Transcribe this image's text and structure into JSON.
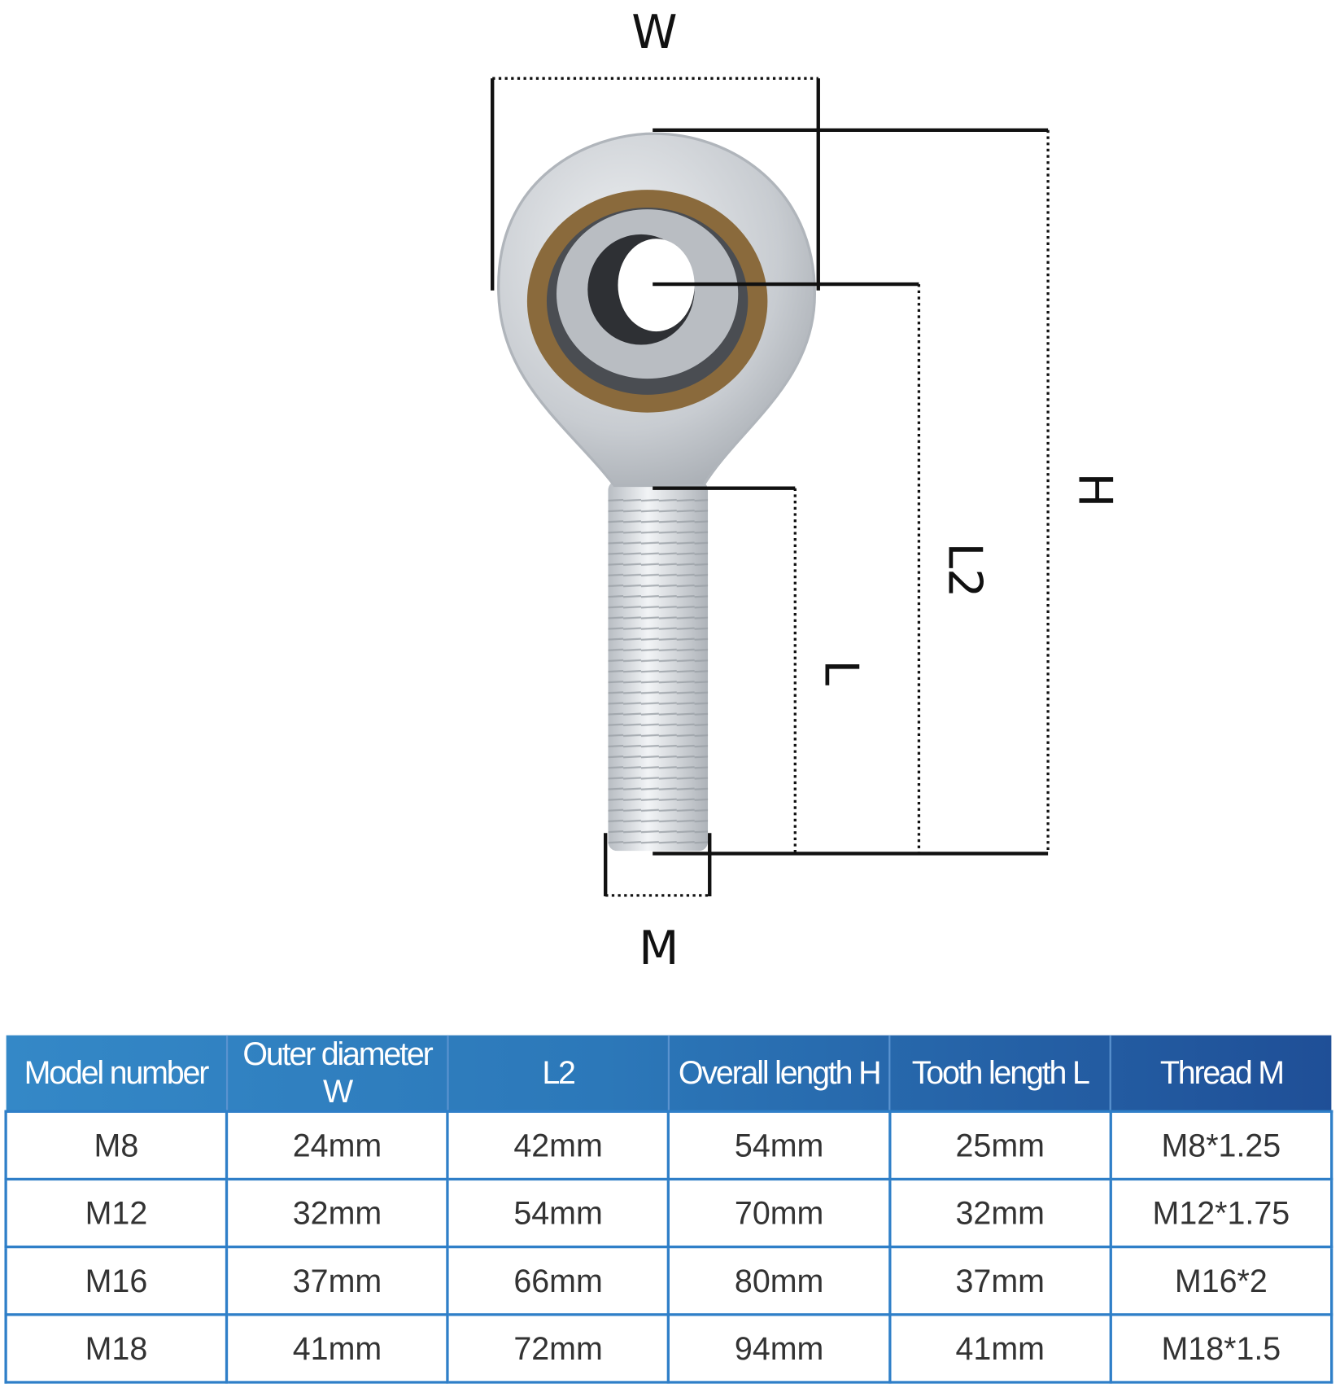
{
  "diagram": {
    "labels": {
      "width": "W",
      "overall_length": "H",
      "l2": "L2",
      "tooth_length": "L",
      "thread": "M"
    },
    "colors": {
      "header_start": "#3488c7",
      "header_end": "#1f4f97",
      "border": "#2f7fc8",
      "bronze": "#8a6a3c",
      "steel": "#c9cdd2"
    }
  },
  "table": {
    "headers": [
      "Model number",
      "Outer diameter W",
      "L2",
      "Overall length H",
      "Tooth length L",
      "Thread M"
    ],
    "rows": [
      [
        "M8",
        "24mm",
        "42mm",
        "54mm",
        "25mm",
        "M8*1.25"
      ],
      [
        "M12",
        "32mm",
        "54mm",
        "70mm",
        "32mm",
        "M12*1.75"
      ],
      [
        "M16",
        "37mm",
        "66mm",
        "80mm",
        "37mm",
        "M16*2"
      ],
      [
        "M18",
        "41mm",
        "72mm",
        "94mm",
        "41mm",
        "M18*1.5"
      ]
    ]
  }
}
